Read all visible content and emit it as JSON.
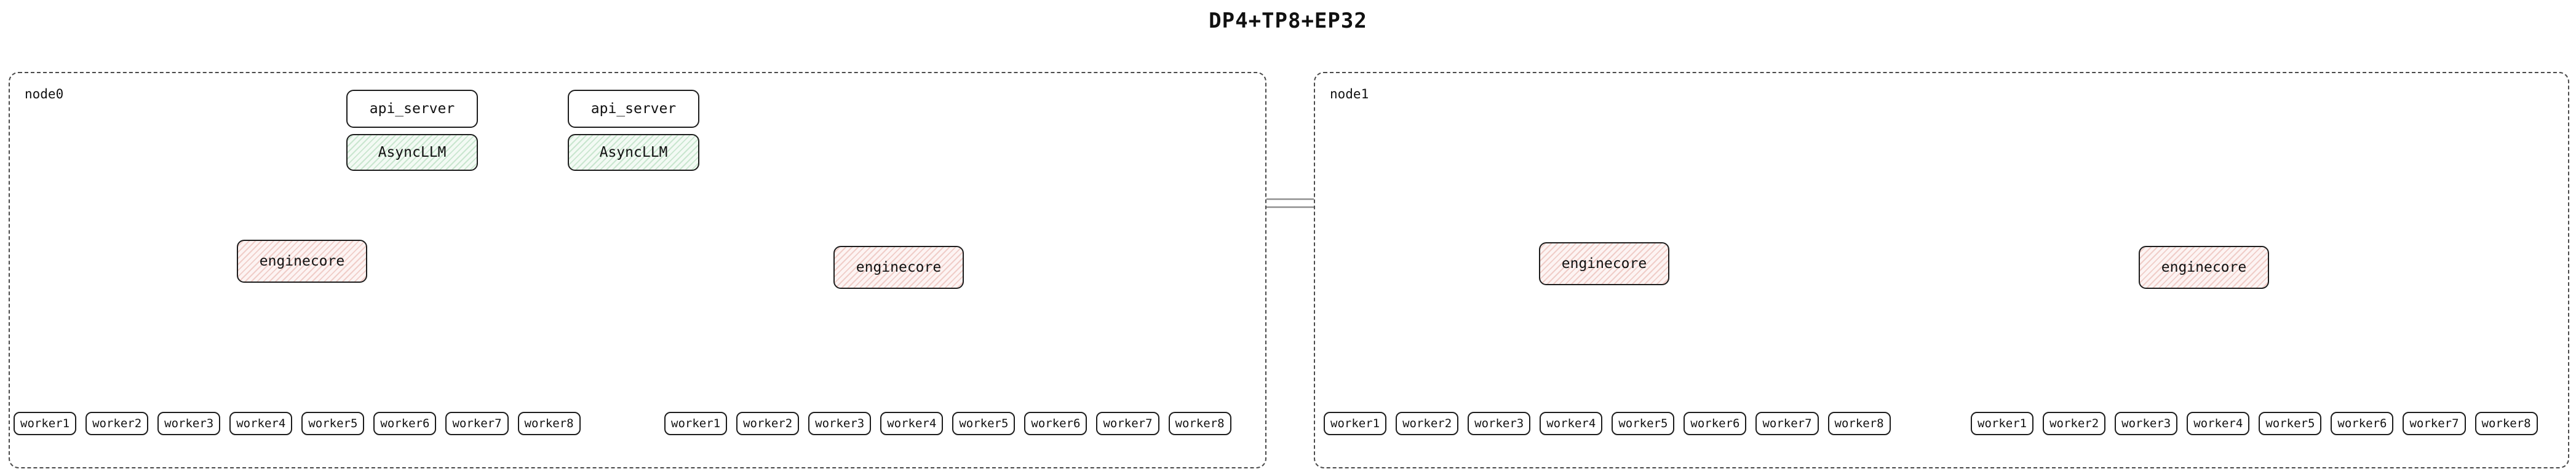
{
  "title": "DP4+TP8+EP32",
  "colors": {
    "edge": "#8f8f8f",
    "box_border": "#1d1d1d",
    "node_border": "#4a4a4a",
    "green_bg": "#f3faf4",
    "green_stripe": "#c9e6cf",
    "red_bg": "#fdf4f3",
    "red_stripe": "#f0cdc8",
    "text": "#111111"
  },
  "nodes": [
    {
      "label": "node0",
      "servers": [
        {
          "api_server": "api_server",
          "asyncllm": "AsyncLLM"
        },
        {
          "api_server": "api_server",
          "asyncllm": "AsyncLLM"
        }
      ],
      "enginecores": [
        "enginecore",
        "enginecore"
      ],
      "worker_groups": [
        [
          "worker1",
          "worker2",
          "worker3",
          "worker4",
          "worker5",
          "worker6",
          "worker7",
          "worker8"
        ],
        [
          "worker1",
          "worker2",
          "worker3",
          "worker4",
          "worker5",
          "worker6",
          "worker7",
          "worker8"
        ]
      ]
    },
    {
      "label": "node1",
      "servers": [],
      "enginecores": [
        "enginecore",
        "enginecore"
      ],
      "worker_groups": [
        [
          "worker1",
          "worker2",
          "worker3",
          "worker4",
          "worker5",
          "worker6",
          "worker7",
          "worker8"
        ],
        [
          "worker1",
          "worker2",
          "worker3",
          "worker4",
          "worker5",
          "worker6",
          "worker7",
          "worker8"
        ]
      ]
    }
  ]
}
